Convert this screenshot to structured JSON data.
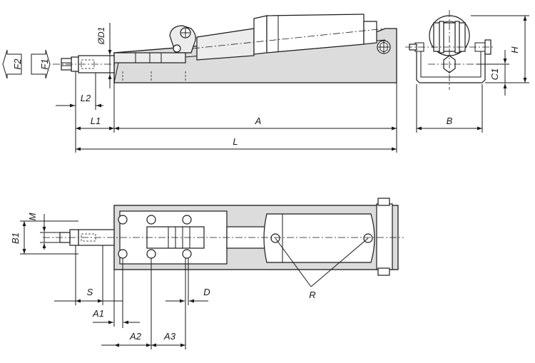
{
  "labels": {
    "D1": "ØD1",
    "F1": "F1",
    "F2": "F2",
    "L2": "L2",
    "L1": "L1",
    "A": "A",
    "L": "L",
    "B": "B",
    "H": "H",
    "C1": "C1",
    "M": "M",
    "B1": "B1",
    "S": "S",
    "A1": "A1",
    "A2": "A2",
    "A3": "A3",
    "D": "D",
    "R": "R"
  }
}
